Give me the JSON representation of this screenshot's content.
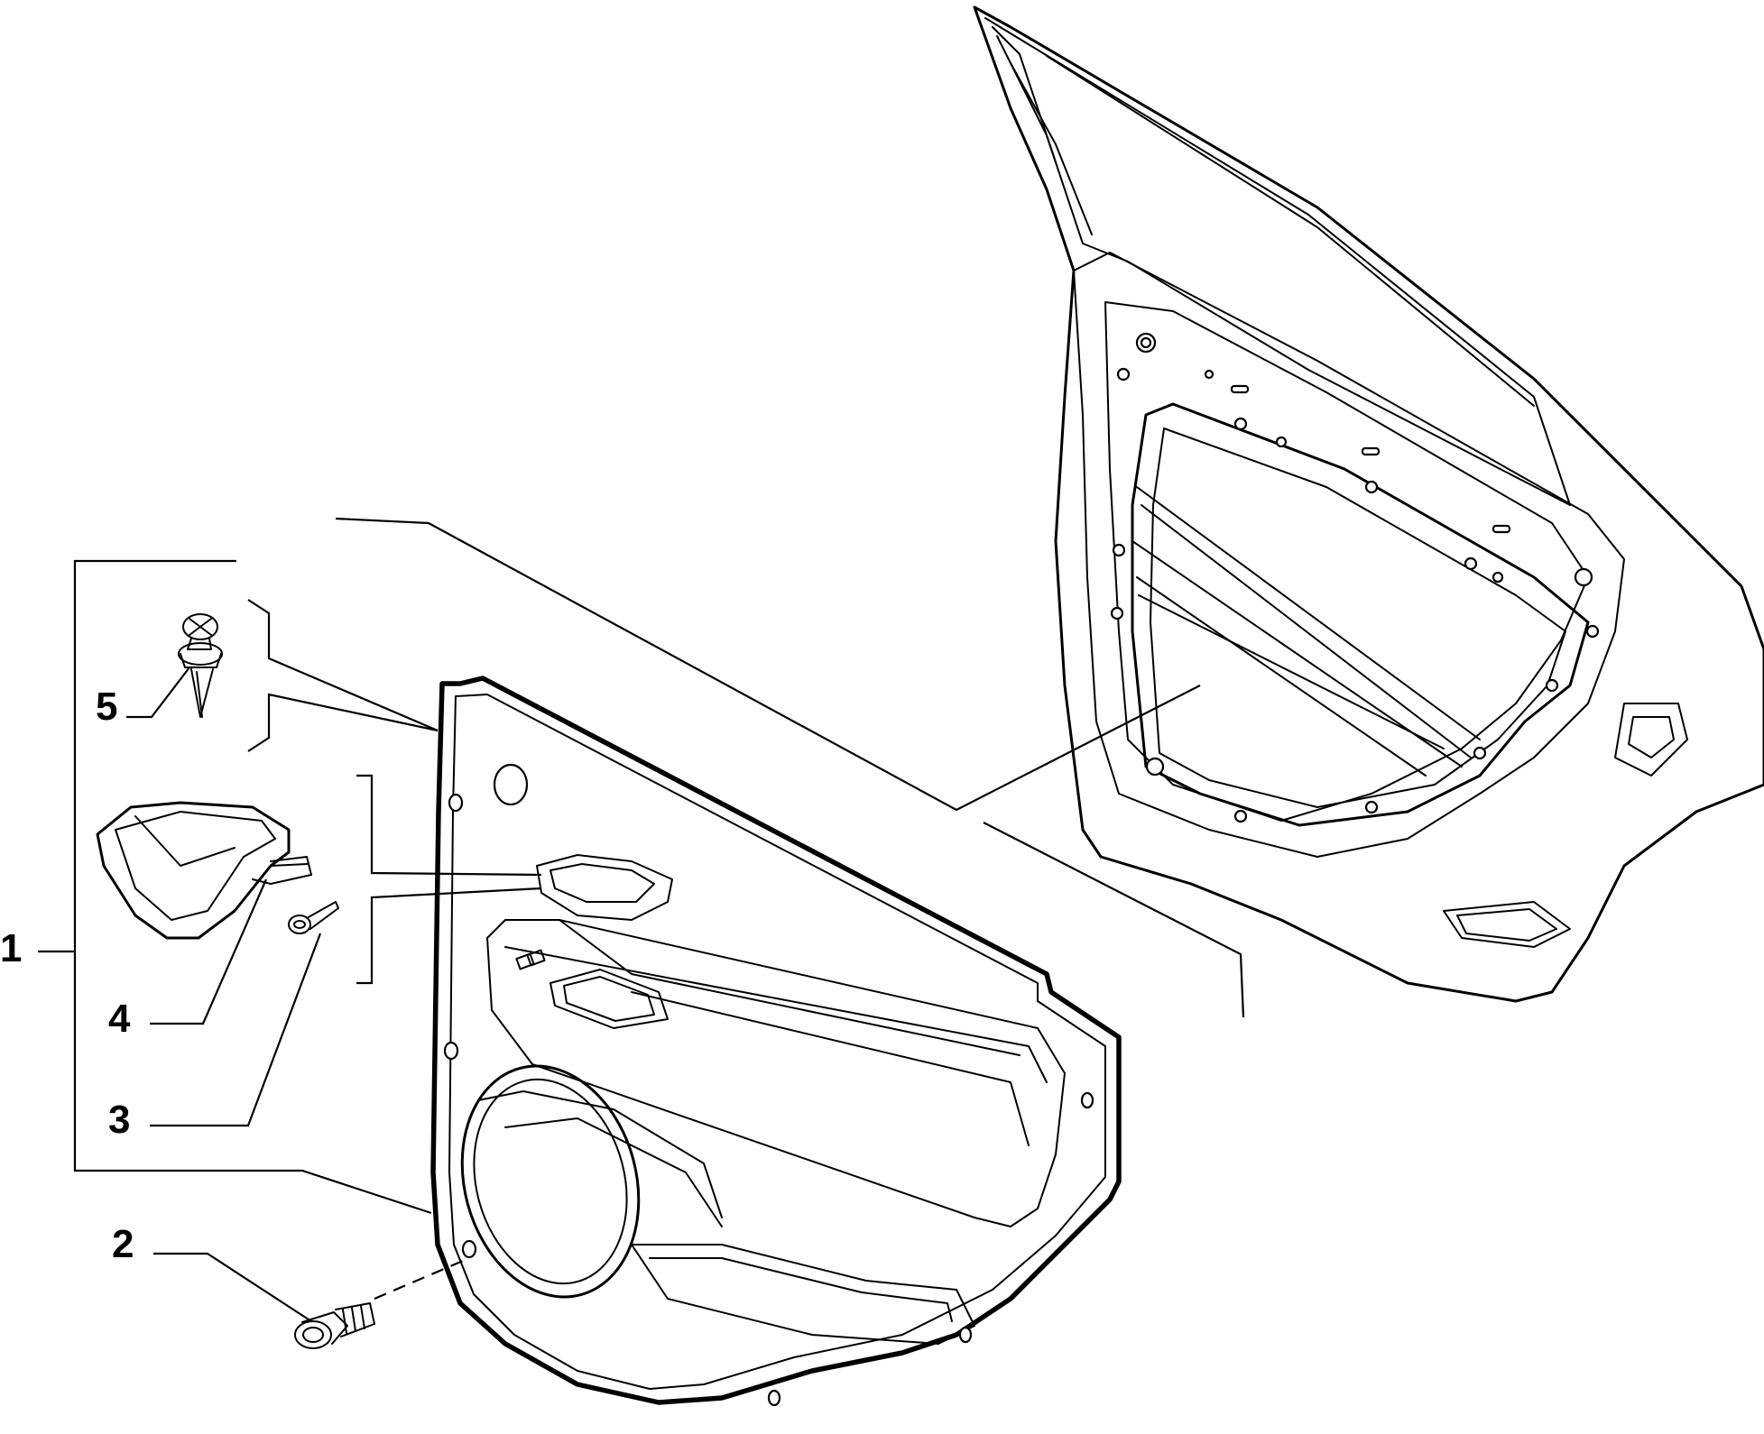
{
  "callouts": {
    "part_1": "1",
    "part_2": "2",
    "part_3": "3",
    "part_4": "4",
    "part_5": "5"
  },
  "parts": [
    {
      "ref": "1",
      "name": "door-trim-panel"
    },
    {
      "ref": "2",
      "name": "screw-bolt"
    },
    {
      "ref": "3",
      "name": "small-screw"
    },
    {
      "ref": "4",
      "name": "cover-trim"
    },
    {
      "ref": "5",
      "name": "push-clip"
    }
  ],
  "colors": {
    "line": "#000000",
    "background": "#ffffff"
  }
}
